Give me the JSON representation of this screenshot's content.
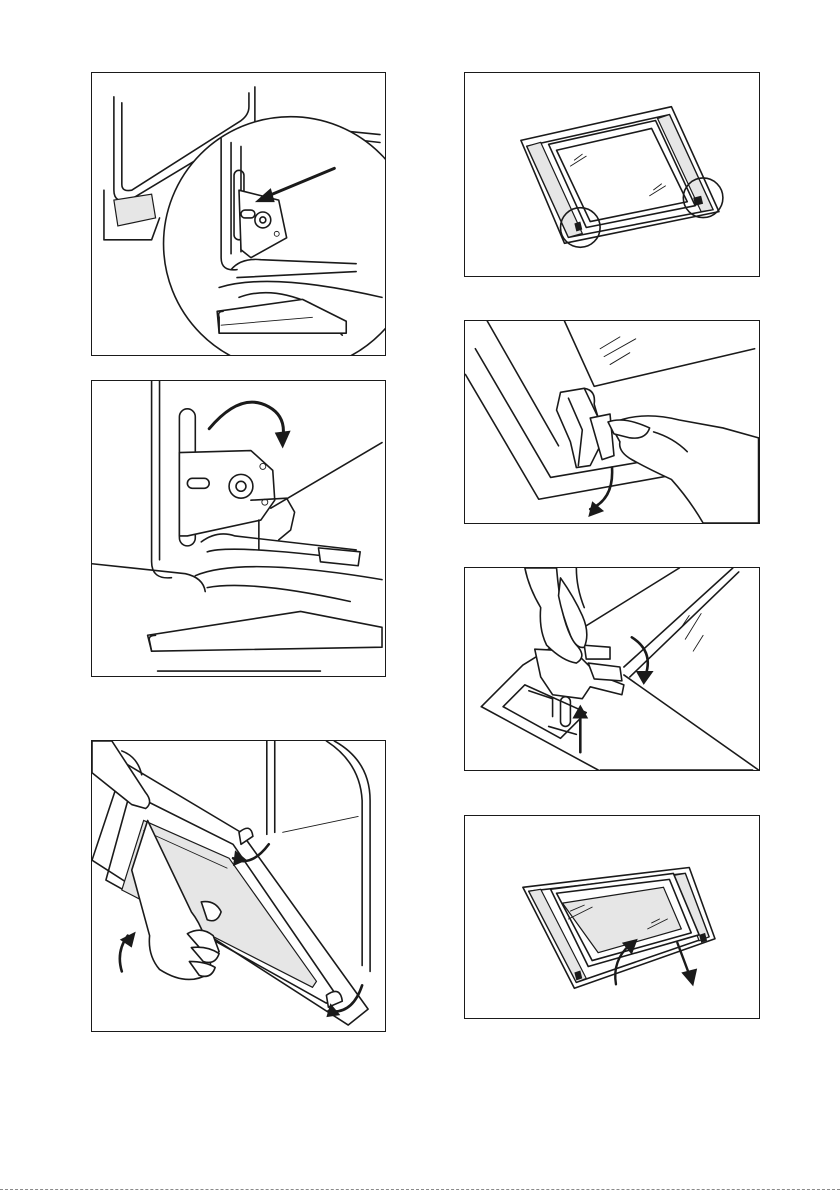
{
  "page": {
    "type": "instruction-illustrations",
    "figures": [
      {
        "id": "fig1",
        "depicts": "hinge-lever-detail-with-arrow"
      },
      {
        "id": "fig2",
        "depicts": "hinge-lever-rotated"
      },
      {
        "id": "fig3",
        "depicts": "door-being-lifted-off"
      },
      {
        "id": "fig4",
        "depicts": "door-glass-panel-with-clips-circled"
      },
      {
        "id": "fig5",
        "depicts": "hand-releasing-corner-clip"
      },
      {
        "id": "fig6",
        "depicts": "hands-pressing-clip-and-lifting"
      },
      {
        "id": "fig7",
        "depicts": "glass-panel-removal"
      }
    ]
  }
}
